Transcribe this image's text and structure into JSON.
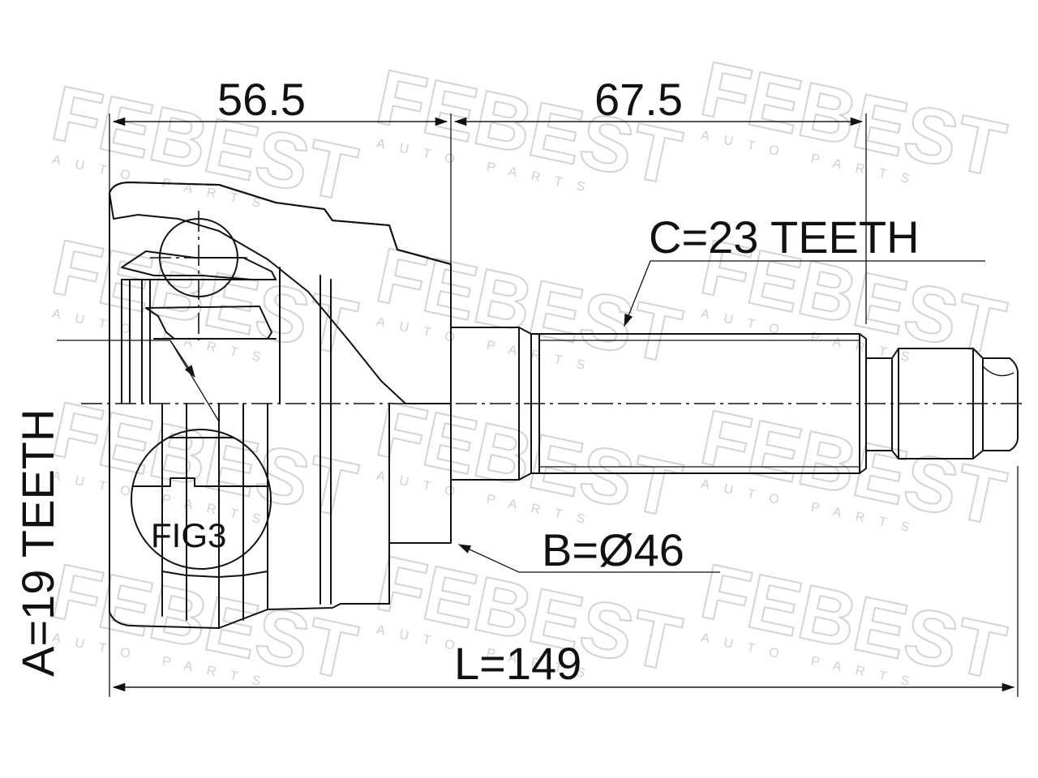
{
  "watermark": {
    "brand": "FEBEST",
    "sub": "AUTO PARTS"
  },
  "dimensions": {
    "len_inner": "56.5",
    "len_outer": "67.5",
    "spline_c": "C=23 TEETH",
    "spline_a": "A=19 TEETH",
    "diameter_b": "B=Ø46",
    "total_length": "L=149"
  },
  "callout": {
    "fig_label": "FIG3"
  }
}
